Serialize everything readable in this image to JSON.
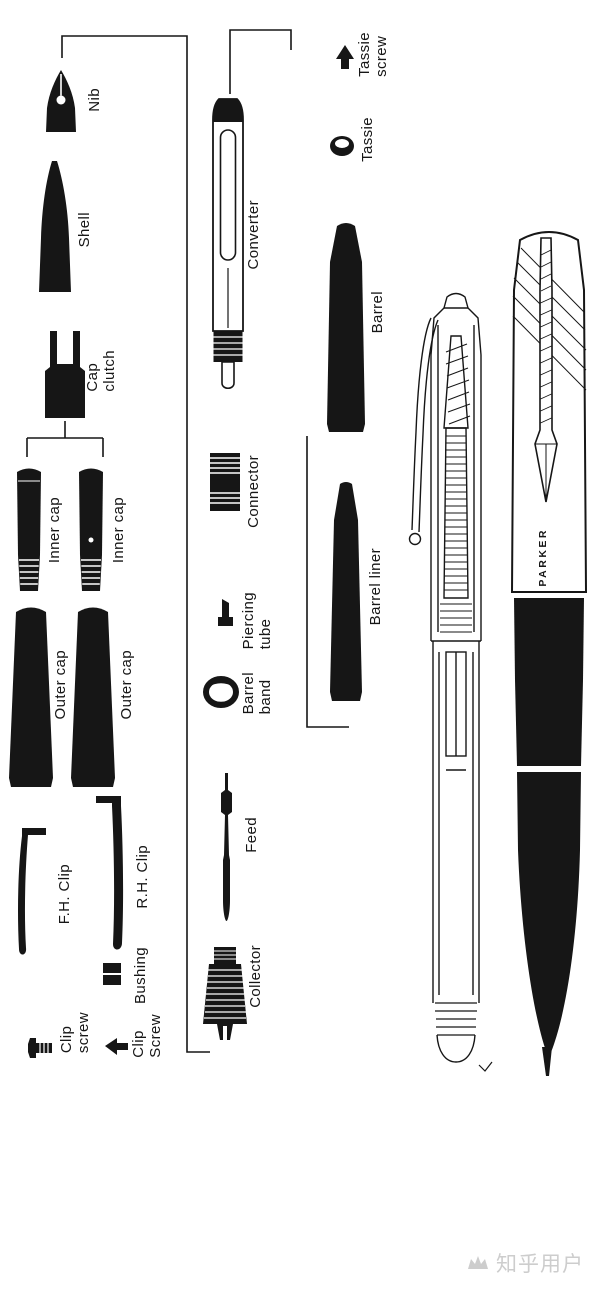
{
  "parts": {
    "nib": {
      "label": "Nib"
    },
    "shell": {
      "label": "Shell"
    },
    "cap_clutch": {
      "label": "Cap\nclutch"
    },
    "inner_cap_1": {
      "label": "Inner cap"
    },
    "inner_cap_2": {
      "label": "Inner cap"
    },
    "outer_cap_1": {
      "label": "Outer cap"
    },
    "outer_cap_2": {
      "label": "Outer cap"
    },
    "fh_clip": {
      "label": "F.H. Clip"
    },
    "rh_clip": {
      "label": "R.H. Clip"
    },
    "clip_screw_1": {
      "label": "Clip\nscrew"
    },
    "bushing": {
      "label": "Bushing"
    },
    "clip_screw_2": {
      "label": "Clip\nScrew"
    },
    "converter": {
      "label": "Converter"
    },
    "connector": {
      "label": "Connector"
    },
    "piercing_tube": {
      "label": "Piercing\ntube"
    },
    "barrel_band": {
      "label": "Barrel\nband"
    },
    "feed": {
      "label": "Feed"
    },
    "collector": {
      "label": "Collector"
    },
    "tassie_screw": {
      "label": "Tassie\nscrew"
    },
    "tassie": {
      "label": "Tassie"
    },
    "barrel": {
      "label": "Barrel"
    },
    "barrel_liner": {
      "label": "Barrel liner"
    }
  },
  "pen": {
    "brand": "PARKER"
  },
  "watermark": {
    "text": "知乎用户"
  },
  "colors": {
    "ink": "#161616",
    "background": "#ffffff",
    "watermark": "#cdcdcd"
  }
}
